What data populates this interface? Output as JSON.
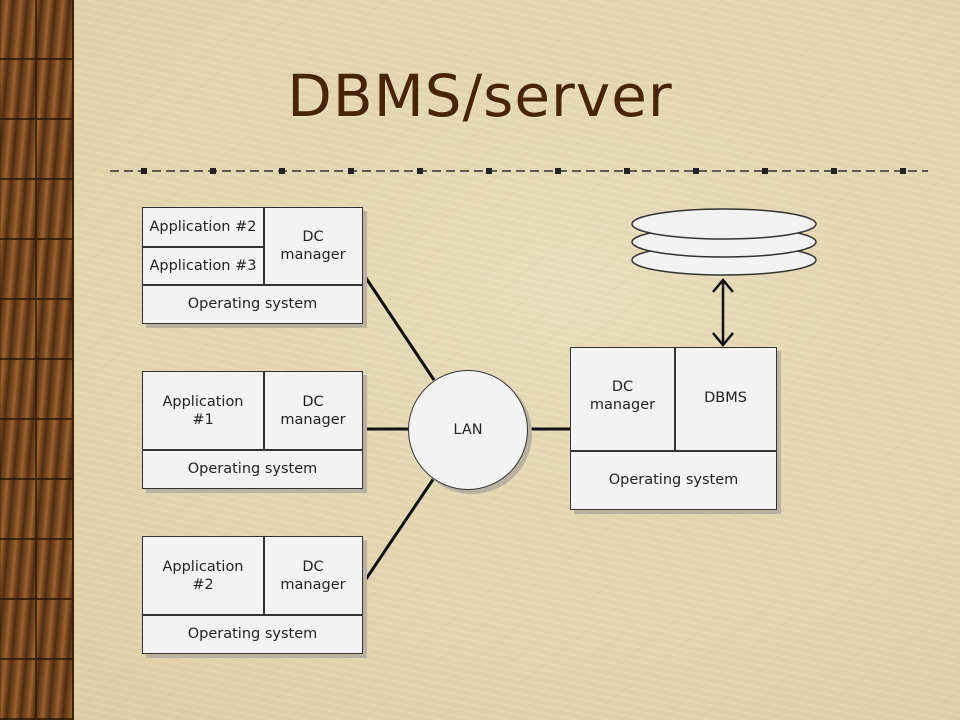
{
  "slide": {
    "title": "DBMS/server"
  },
  "client_top": {
    "app_a": "Application #2",
    "app_b": "Application #3",
    "dc": [
      "DC",
      "manager"
    ],
    "os": "Operating system"
  },
  "client_mid": {
    "app": [
      "Application",
      "#1"
    ],
    "dc": [
      "DC",
      "manager"
    ],
    "os": "Operating system"
  },
  "client_bottom": {
    "app": [
      "Application",
      "#2"
    ],
    "dc": [
      "DC",
      "manager"
    ],
    "os": "Operating system"
  },
  "network": {
    "label": "LAN"
  },
  "server": {
    "dc": [
      "DC",
      "manager"
    ],
    "dbms": "DBMS",
    "os": "Operating system"
  },
  "colors": {
    "title": "#4a2408",
    "background": "#e6d8b2",
    "box_fill": "#f3f3f3",
    "line": "#111111"
  }
}
